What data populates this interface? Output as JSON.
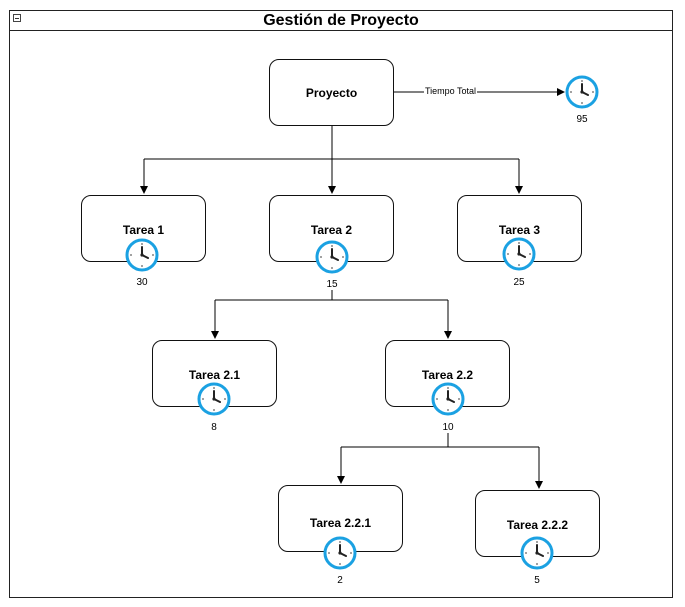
{
  "diagram": {
    "title": "Gestión de Proyecto",
    "edge_label": "Tiempo Total",
    "total_time": "95",
    "nodes": {
      "proyecto": {
        "label": "Proyecto"
      },
      "t1": {
        "label": "Tarea 1",
        "time": "30"
      },
      "t2": {
        "label": "Tarea 2",
        "time": "15"
      },
      "t3": {
        "label": "Tarea 3",
        "time": "25"
      },
      "t21": {
        "label": "Tarea 2.1",
        "time": "8"
      },
      "t22": {
        "label": "Tarea 2.2",
        "time": "10"
      },
      "t221": {
        "label": "Tarea 2.2.1",
        "time": "2"
      },
      "t222": {
        "label": "Tarea 2.2.2",
        "time": "5"
      }
    },
    "colors": {
      "clock_ring": "#1ba1e2",
      "clock_face": "#ffffff",
      "line": "#000000"
    },
    "icon": "clock-icon"
  }
}
